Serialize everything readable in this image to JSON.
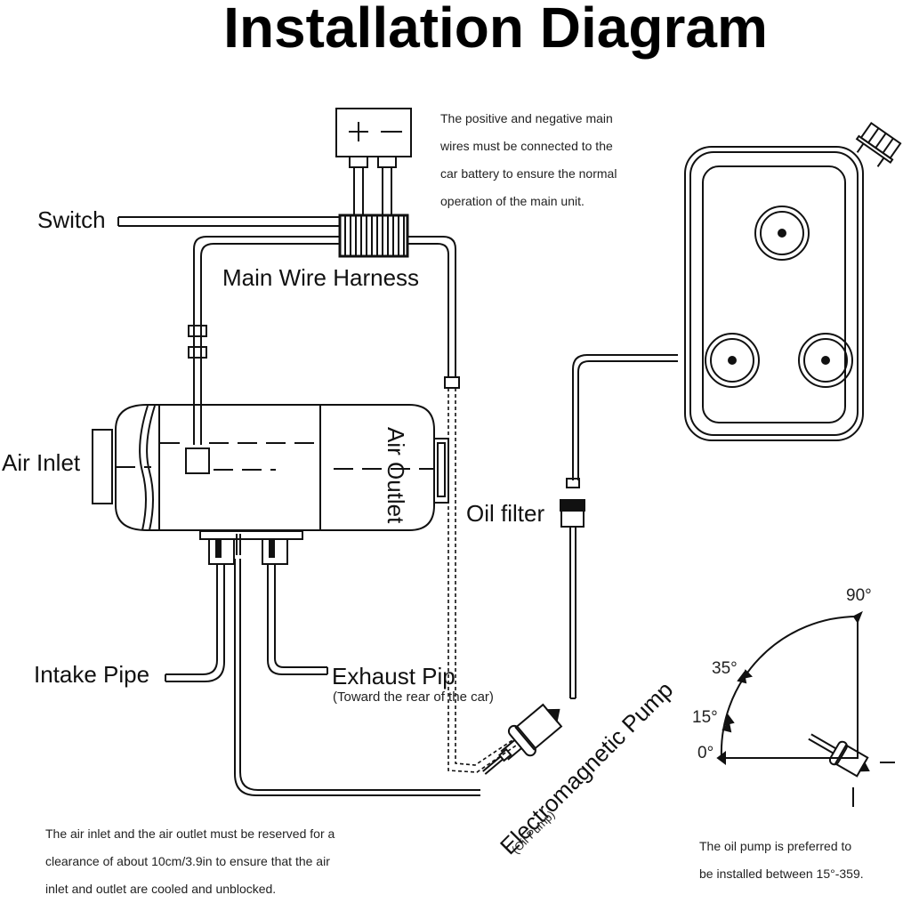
{
  "title": "Installation Diagram",
  "labels": {
    "switch": "Switch",
    "main_wire_harness": "Main Wire Harness",
    "air_inlet": "Air Inlet",
    "air_outlet": "Air Outlet",
    "oil_filter": "Oil filter",
    "intake_pipe": "Intake Pipe",
    "exhaust_pipe": "Exhaust Pip",
    "exhaust_note": "(Toward the rear of the car)",
    "pump": "Electromagnetic Pump",
    "pump_sub": "(Oil Pump)",
    "battery_plus": "+",
    "battery_minus": "—"
  },
  "notes": {
    "battery": [
      "The positive and negative main",
      "wires must be connected to the",
      "car battery to ensure the normal",
      "operation of the main unit."
    ],
    "clearance": [
      "The air inlet and the air outlet must be reserved for a",
      "clearance of about 10cm/3.9in to ensure that the air",
      "inlet and outlet are cooled and unblocked."
    ],
    "pump_angle": [
      "The oil pump is preferred to",
      "be installed between 15°-359."
    ]
  },
  "angle_diagram": {
    "marks": [
      "90°",
      "35°",
      "15°",
      "0°"
    ]
  }
}
